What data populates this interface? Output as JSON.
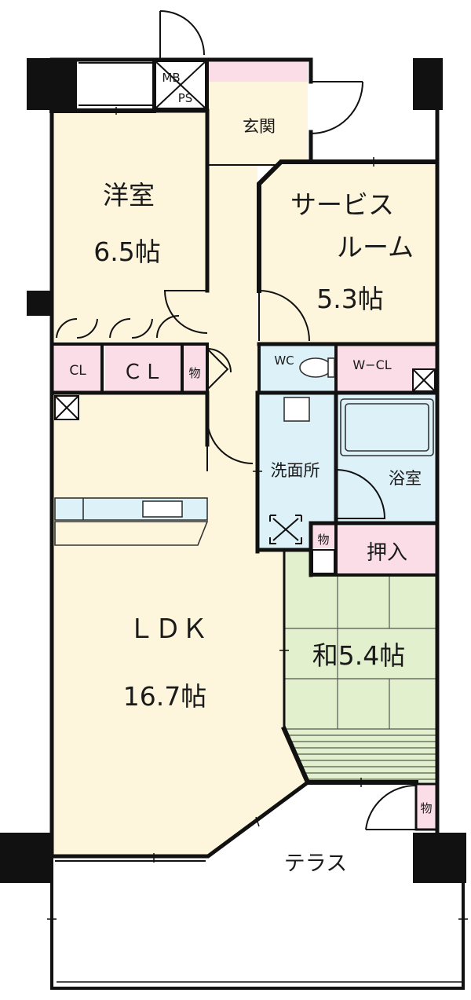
{
  "rooms": {
    "western_room": {
      "name": "洋室",
      "size": "6.5帖"
    },
    "service_room": {
      "name_line1": "サービス",
      "name_line2": "ルーム",
      "size": "5.3帖"
    },
    "ldk": {
      "name": "ＬＤＫ",
      "size": "16.7帖"
    },
    "japanese_room": {
      "name": "和5.4帖"
    },
    "entrance": {
      "name": "玄関"
    },
    "washroom": {
      "name": "洗面所"
    },
    "bathroom": {
      "name": "浴室"
    },
    "wc": {
      "name": "WC"
    },
    "wcl": {
      "name": "W−CL"
    },
    "closet_small": {
      "name": "CL"
    },
    "closet_large": {
      "name": "ＣＬ"
    },
    "storage_hall": {
      "name": "物"
    },
    "storage_wash": {
      "name": "物"
    },
    "storage_terrace": {
      "name": "物"
    },
    "oshiire": {
      "name": "押入"
    },
    "terrace": {
      "name": "テラス"
    },
    "mbps": {
      "line1": "MB",
      "line2": "PS"
    }
  },
  "colors": {
    "room_fill": "#fdf6dc",
    "closet_fill": "#fadde6",
    "wet_fill": "#dcf2f8",
    "tatami_fill": "#e2f0cd",
    "wall": "#111111"
  }
}
